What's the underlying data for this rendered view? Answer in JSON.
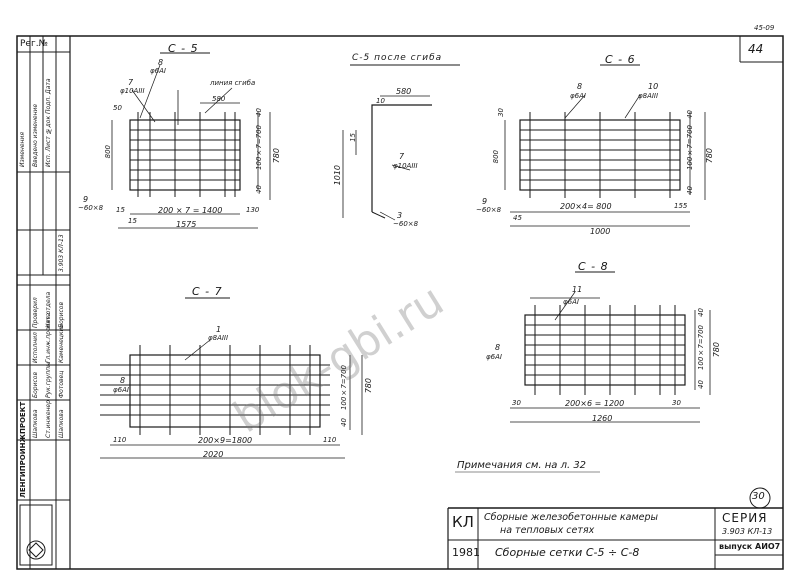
{
  "sheet": {
    "top_right_stamp": "45-09",
    "sheet_number": "44",
    "reg_label": "Рег.№",
    "bottom_right_number": "30",
    "note": "Примечания см. на л. 32",
    "watermark": "blok-gbi.ru"
  },
  "stamp": {
    "kl": "КЛ",
    "title_line1": "Сборные железобетонные камеры",
    "title_line2": "на тепловых сетях",
    "bottom_year": "1981",
    "bottom_title": "Сборные сетки С-5 ÷ С-8",
    "series_label": "СЕРИЯ",
    "series_value": "3.903 КЛ-13",
    "issue": "выпуск АИО7",
    "org": "ЛЕНГИПРОИНЖПРОЕКТ",
    "staff": [
      "Нач.отдела",
      "Гл.инж.проекта",
      "Рук.группы",
      "Ст.инженер",
      "Проверил",
      "Исполнил"
    ],
    "names": [
      "Борисов",
      "Каменецкий",
      "Фотовец",
      "Шапкова",
      "Борисов",
      "Шапкова"
    ]
  },
  "sidebar_text": {
    "col1": "Изменения",
    "col2": "Введено изменение",
    "col3": "Исп. Лист №док Подп. Дата",
    "code": "3.903 КЛ-13"
  },
  "c5": {
    "title": "С - 5",
    "mark8": "8",
    "mark8_spec": "φ6АI",
    "mark7": "7",
    "mark7_spec": "φ10АIII",
    "bend_line": "линия сгиба",
    "d580": "580",
    "d50": "50",
    "d800": "800",
    "d40a": "40",
    "d100": "100×7=700",
    "d780": "780",
    "d40b": "40",
    "mark9": "9",
    "mark9_spec": "~60×8",
    "d15a": "15",
    "d200": "200 × 7 = 1400",
    "d130": "130",
    "d15b": "15",
    "d1575": "1575"
  },
  "c5b": {
    "title": "С-5 после сгиба",
    "d580": "580",
    "d10": "10",
    "d15": "15",
    "d1010": "1010",
    "mark7": "7",
    "mark7_spec": "φ10АIII",
    "mark3": "3",
    "mark3_spec": "~60×8"
  },
  "c6": {
    "title": "С - 6",
    "mark8": "8",
    "mark8_spec": "φ6АI",
    "mark10": "10",
    "mark10_spec": "φ8АIII",
    "d40a": "40",
    "d30": "30",
    "d800": "800",
    "d100": "100×7=700",
    "d780": "780",
    "d40b": "40",
    "mark9": "9",
    "mark9_spec": "~60×8",
    "d45": "45",
    "d200": "200×4= 800",
    "d155": "155",
    "d1000": "1000"
  },
  "c7": {
    "title": "С - 7",
    "mark1": "1",
    "mark1_spec": "φ8АIII",
    "mark8": "8",
    "mark8_spec": "φ6АI",
    "d100": "100×7=700",
    "d780": "780",
    "d40": "40",
    "d110a": "110",
    "d200": "200×9=1800",
    "d110b": "110",
    "d2020": "2020"
  },
  "c8": {
    "title": "С - 8",
    "mark11": "11",
    "mark11_spec": "φ6АI",
    "mark8": "8",
    "mark8_spec": "φ6АI",
    "d40a": "40",
    "d100": "100×7=700",
    "d780": "780",
    "d40b": "40",
    "d30a": "30",
    "d200": "200×6 = 1200",
    "d30b": "30",
    "d1260": "1260"
  }
}
